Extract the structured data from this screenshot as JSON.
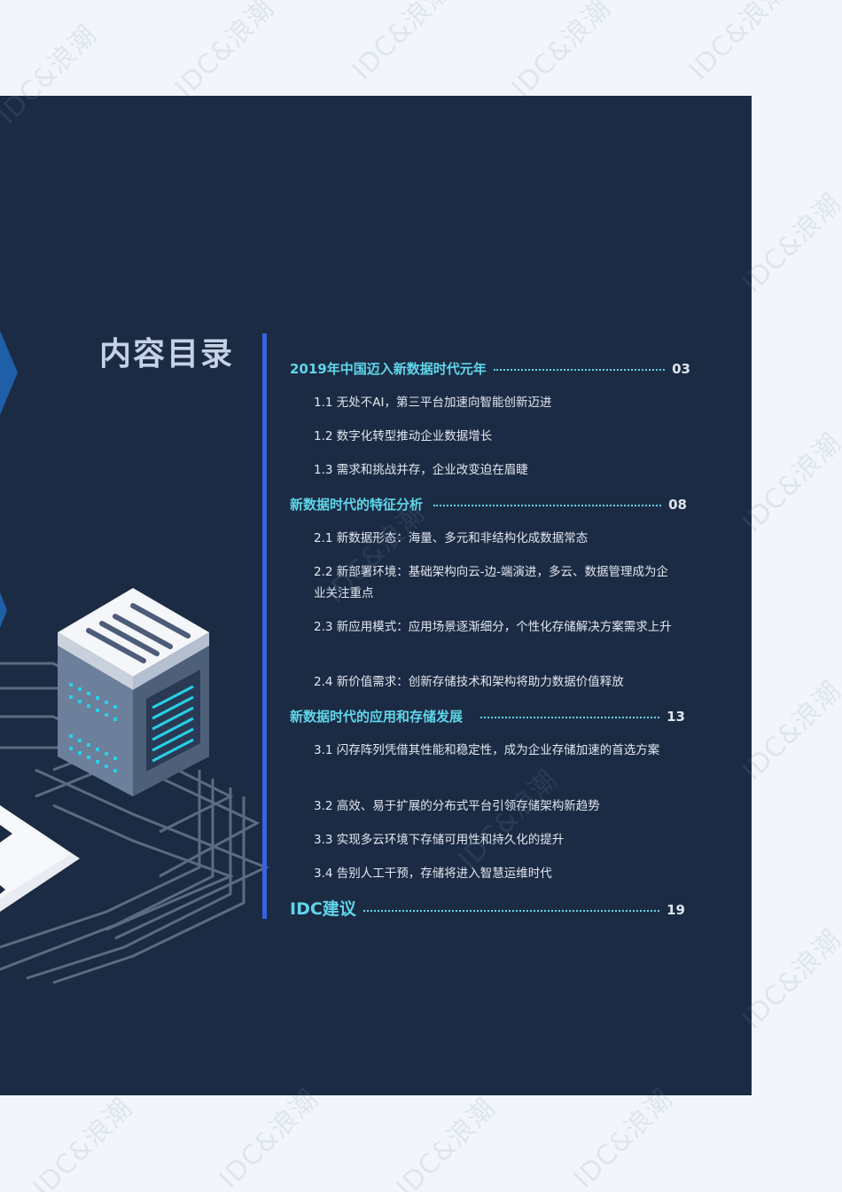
{
  "watermark": "IDC&浪潮",
  "page_title": "内容目录",
  "toc": [
    {
      "kind": "section",
      "label": "2019年中国迈入新数据时代元年",
      "page": "03"
    },
    {
      "kind": "sub",
      "label": "1.1 无处不AI，第三平台加速向智能创新迈进"
    },
    {
      "kind": "sub",
      "label": "1.2 数字化转型推动企业数据增长"
    },
    {
      "kind": "sub",
      "label": "1.3 需求和挑战并存，企业改变迫在眉睫"
    },
    {
      "kind": "section",
      "label": "新数据时代的特征分析",
      "page": "08"
    },
    {
      "kind": "sub",
      "label": "2.1 新数据形态：海量、多元和非结构化成数据常态"
    },
    {
      "kind": "sub",
      "label": "2.2 新部署环境：基础架构向云-边-端演进，多云、数据管理成为企业关注重点"
    },
    {
      "kind": "sub",
      "label": "2.3  新应用模式：应用场景逐渐细分，个性化存储解决方案需求上升"
    },
    {
      "kind": "sub",
      "label": "2.4 新价值需求：创新存储技术和架构将助力数据价值释放"
    },
    {
      "kind": "section",
      "label": "新数据时代的应用和存储发展",
      "page": "13"
    },
    {
      "kind": "sub",
      "label": "3.1 闪存阵列凭借其性能和稳定性，成为企业存储加速的首选方案"
    },
    {
      "kind": "sub",
      "label": "3.2 高效、易于扩展的分布式平台引领存储架构新趋势"
    },
    {
      "kind": "sub",
      "label": "3.3 实现多云环境下存储可用性和持久化的提升"
    },
    {
      "kind": "sub",
      "label": "3.4 告别人工干预，存储将进入智慧运维时代"
    },
    {
      "kind": "section",
      "label": "IDC建议",
      "page": "19"
    }
  ]
}
